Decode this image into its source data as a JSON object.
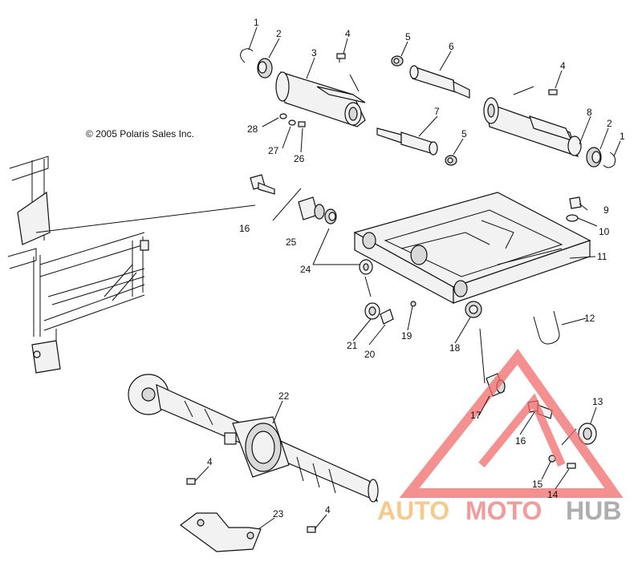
{
  "copyright": "© 2005 Polaris Sales Inc.",
  "callouts": [
    {
      "id": "c1a",
      "label": "1"
    },
    {
      "id": "c2a",
      "label": "2"
    },
    {
      "id": "c3",
      "label": "3"
    },
    {
      "id": "c4a",
      "label": "4"
    },
    {
      "id": "c5a",
      "label": "5"
    },
    {
      "id": "c6",
      "label": "6"
    },
    {
      "id": "c4b",
      "label": "4"
    },
    {
      "id": "c8",
      "label": "8"
    },
    {
      "id": "c2b",
      "label": "2"
    },
    {
      "id": "c1b",
      "label": "1"
    },
    {
      "id": "c7",
      "label": "7"
    },
    {
      "id": "c5b",
      "label": "5"
    },
    {
      "id": "c28",
      "label": "28"
    },
    {
      "id": "c27",
      "label": "27"
    },
    {
      "id": "c26",
      "label": "26"
    },
    {
      "id": "c9",
      "label": "9"
    },
    {
      "id": "c10",
      "label": "10"
    },
    {
      "id": "c11",
      "label": "11"
    },
    {
      "id": "c16a",
      "label": "16"
    },
    {
      "id": "c25",
      "label": "25"
    },
    {
      "id": "c24",
      "label": "24"
    },
    {
      "id": "c12",
      "label": "12"
    },
    {
      "id": "c21",
      "label": "21"
    },
    {
      "id": "c20",
      "label": "20"
    },
    {
      "id": "c19",
      "label": "19"
    },
    {
      "id": "c18",
      "label": "18"
    },
    {
      "id": "c22",
      "label": "22"
    },
    {
      "id": "c17",
      "label": "17"
    },
    {
      "id": "c16b",
      "label": "16"
    },
    {
      "id": "c13",
      "label": "13"
    },
    {
      "id": "c15",
      "label": "15"
    },
    {
      "id": "c14",
      "label": "14"
    },
    {
      "id": "c4c",
      "label": "4"
    },
    {
      "id": "c23",
      "label": "23"
    },
    {
      "id": "c4d",
      "label": "4"
    }
  ],
  "watermark": {
    "part1": "AUTO",
    "part2": "MOTO",
    "part3": "HUB",
    "color1": "#f5c07a",
    "color2": "#f08a8a",
    "color3": "#a0a0a0",
    "logo_color": "#f26b6b"
  }
}
